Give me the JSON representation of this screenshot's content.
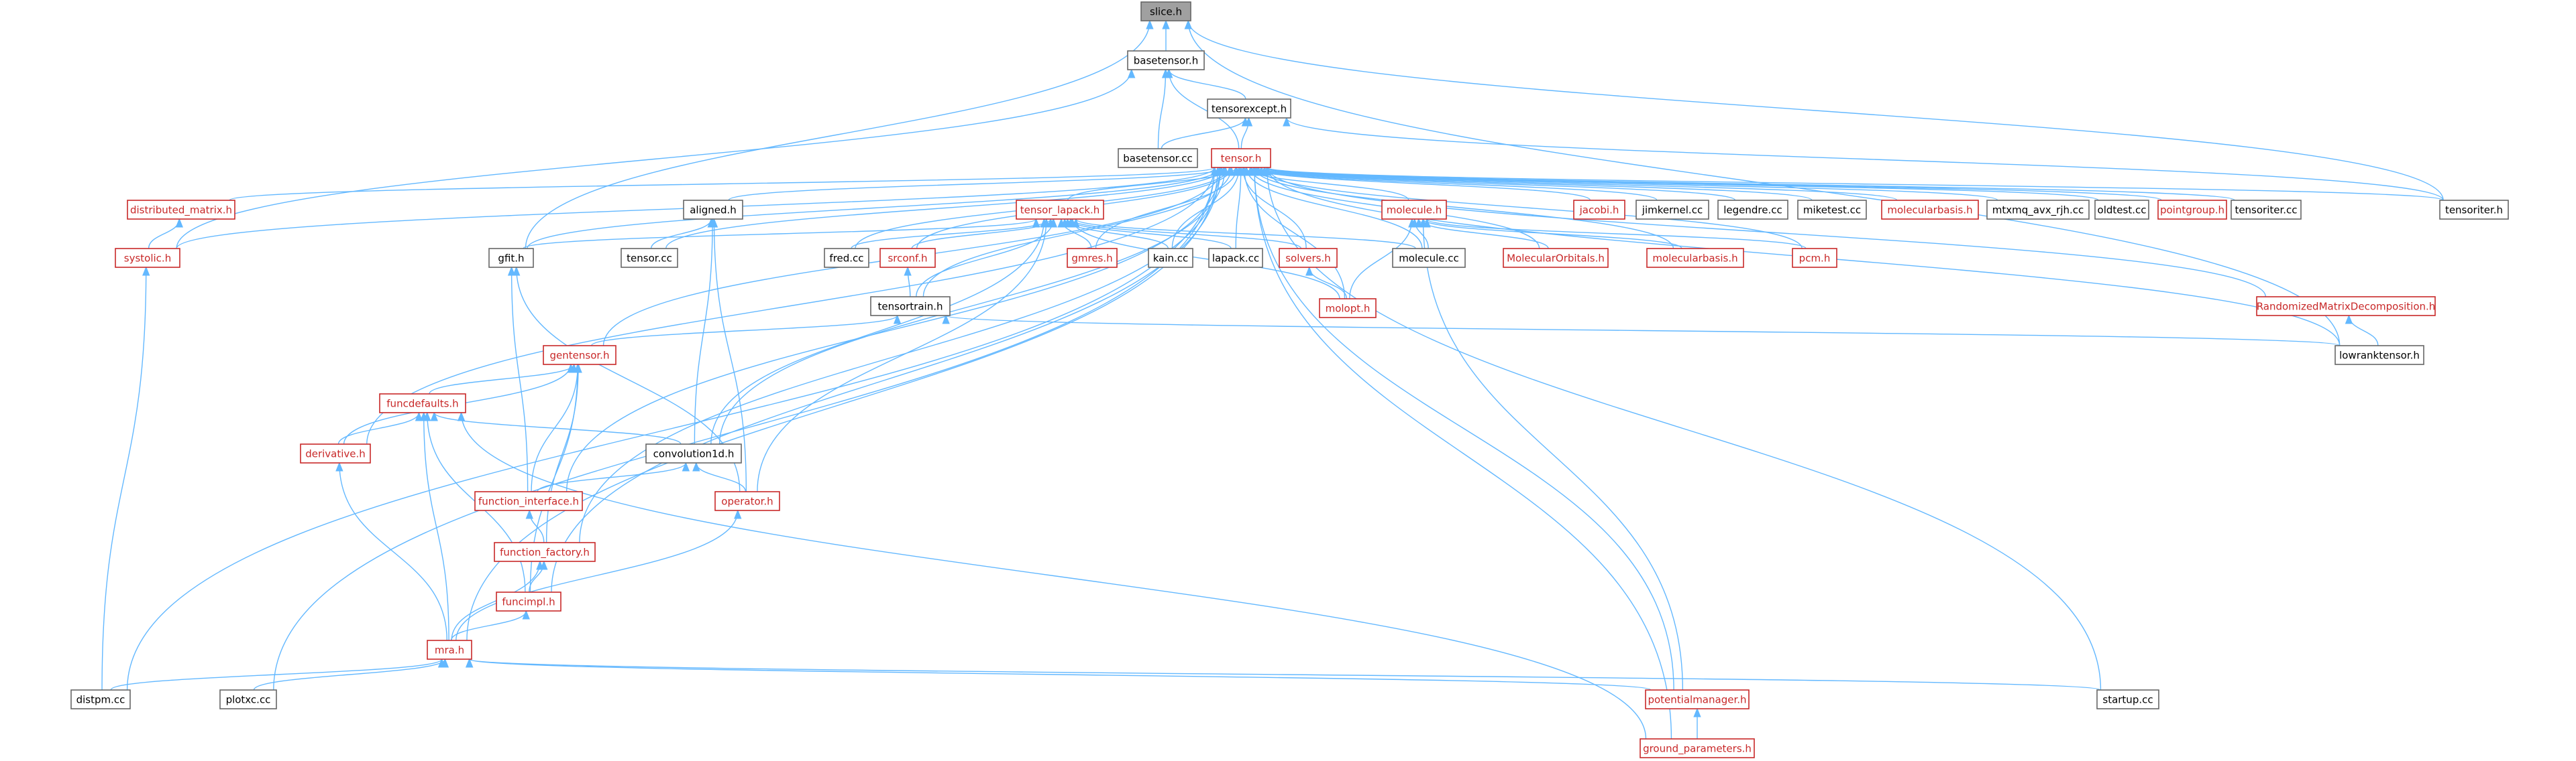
{
  "title": "",
  "colors": {
    "edge": "#63b8ff",
    "node_border": "#666666",
    "node_red": "#c82828",
    "current_fill": "#a0a0a0"
  },
  "nodes": [
    {
      "id": "slice",
      "label": "slice.h",
      "style": "current"
    },
    {
      "id": "basetensor_h",
      "label": "basetensor.h",
      "style": "normal"
    },
    {
      "id": "tensorexcept",
      "label": "tensorexcept.h",
      "style": "normal"
    },
    {
      "id": "basetensor_cc",
      "label": "basetensor.cc",
      "style": "normal"
    },
    {
      "id": "tensor_h",
      "label": "tensor.h",
      "style": "red"
    },
    {
      "id": "distributed_matrix",
      "label": "distributed_matrix.h",
      "style": "red"
    },
    {
      "id": "aligned",
      "label": "aligned.h",
      "style": "normal"
    },
    {
      "id": "tensor_lapack",
      "label": "tensor_lapack.h",
      "style": "red"
    },
    {
      "id": "molecule_h",
      "label": "molecule.h",
      "style": "red"
    },
    {
      "id": "jacobi",
      "label": "jacobi.h",
      "style": "red"
    },
    {
      "id": "jimkernel",
      "label": "jimkernel.cc",
      "style": "normal"
    },
    {
      "id": "legendre",
      "label": "legendre.cc",
      "style": "normal"
    },
    {
      "id": "miketest",
      "label": "miketest.cc",
      "style": "normal"
    },
    {
      "id": "molecularbasis1",
      "label": "molecularbasis.h",
      "style": "red"
    },
    {
      "id": "mtxmq",
      "label": "mtxmq_avx_rjh.cc",
      "style": "normal"
    },
    {
      "id": "oldtest",
      "label": "oldtest.cc",
      "style": "normal"
    },
    {
      "id": "pointgroup",
      "label": "pointgroup.h",
      "style": "red"
    },
    {
      "id": "tensoriter_cc",
      "label": "tensoriter.cc",
      "style": "normal"
    },
    {
      "id": "tensoriter_h",
      "label": "tensoriter.h",
      "style": "normal"
    },
    {
      "id": "systolic",
      "label": "systolic.h",
      "style": "red"
    },
    {
      "id": "gfit",
      "label": "gfit.h",
      "style": "normal"
    },
    {
      "id": "tensor_cc",
      "label": "tensor.cc",
      "style": "normal"
    },
    {
      "id": "fred",
      "label": "fred.cc",
      "style": "normal"
    },
    {
      "id": "srconf",
      "label": "srconf.h",
      "style": "red"
    },
    {
      "id": "gmres",
      "label": "gmres.h",
      "style": "red"
    },
    {
      "id": "kain",
      "label": "kain.cc",
      "style": "normal"
    },
    {
      "id": "lapack",
      "label": "lapack.cc",
      "style": "normal"
    },
    {
      "id": "solvers",
      "label": "solvers.h",
      "style": "red"
    },
    {
      "id": "molecule_cc",
      "label": "molecule.cc",
      "style": "normal"
    },
    {
      "id": "molecularorbitals",
      "label": "MolecularOrbitals.h",
      "style": "red"
    },
    {
      "id": "molecularbasis2",
      "label": "molecularbasis.h",
      "style": "red"
    },
    {
      "id": "pcm",
      "label": "pcm.h",
      "style": "red"
    },
    {
      "id": "tensortrain",
      "label": "tensortrain.h",
      "style": "normal"
    },
    {
      "id": "molopt",
      "label": "molopt.h",
      "style": "red"
    },
    {
      "id": "rmd",
      "label": "RandomizedMatrixDecomposition.h",
      "style": "red"
    },
    {
      "id": "gentensor",
      "label": "gentensor.h",
      "style": "red"
    },
    {
      "id": "lowranktensor",
      "label": "lowranktensor.h",
      "style": "normal"
    },
    {
      "id": "funcdefaults",
      "label": "funcdefaults.h",
      "style": "red"
    },
    {
      "id": "derivative",
      "label": "derivative.h",
      "style": "red"
    },
    {
      "id": "convolution1d",
      "label": "convolution1d.h",
      "style": "normal"
    },
    {
      "id": "function_interface",
      "label": "function_interface.h",
      "style": "red"
    },
    {
      "id": "operator",
      "label": "operator.h",
      "style": "red"
    },
    {
      "id": "function_factory",
      "label": "function_factory.h",
      "style": "red"
    },
    {
      "id": "funcimpl",
      "label": "funcimpl.h",
      "style": "red"
    },
    {
      "id": "mra",
      "label": "mra.h",
      "style": "red"
    },
    {
      "id": "distpm",
      "label": "distpm.cc",
      "style": "normal"
    },
    {
      "id": "plotxc",
      "label": "plotxc.cc",
      "style": "normal"
    },
    {
      "id": "potentialmanager",
      "label": "potentialmanager.h",
      "style": "red"
    },
    {
      "id": "startup",
      "label": "startup.cc",
      "style": "normal"
    },
    {
      "id": "ground_parameters",
      "label": "ground_parameters.h",
      "style": "red"
    }
  ],
  "edges": [
    [
      "basetensor_h",
      "slice"
    ],
    [
      "gfit",
      "slice"
    ],
    [
      "tensoriter_h",
      "slice"
    ],
    [
      "lowranktensor",
      "slice"
    ],
    [
      "tensorexcept",
      "basetensor_h"
    ],
    [
      "basetensor_cc",
      "basetensor_h"
    ],
    [
      "tensor_h",
      "basetensor_h"
    ],
    [
      "systolic",
      "basetensor_h"
    ],
    [
      "basetensor_cc",
      "tensorexcept"
    ],
    [
      "tensor_h",
      "tensorexcept"
    ],
    [
      "tensoriter_h",
      "tensorexcept"
    ],
    [
      "distributed_matrix",
      "tensor_h"
    ],
    [
      "aligned",
      "tensor_h"
    ],
    [
      "tensor_lapack",
      "tensor_h"
    ],
    [
      "molecule_h",
      "tensor_h"
    ],
    [
      "jacobi",
      "tensor_h"
    ],
    [
      "jimkernel",
      "tensor_h"
    ],
    [
      "legendre",
      "tensor_h"
    ],
    [
      "miketest",
      "tensor_h"
    ],
    [
      "molecularbasis1",
      "tensor_h"
    ],
    [
      "mtxmq",
      "tensor_h"
    ],
    [
      "oldtest",
      "tensor_h"
    ],
    [
      "pointgroup",
      "tensor_h"
    ],
    [
      "tensoriter_cc",
      "tensor_h"
    ],
    [
      "tensoriter_h",
      "tensor_h"
    ],
    [
      "systolic",
      "tensor_h"
    ],
    [
      "gfit",
      "tensor_h"
    ],
    [
      "tensor_cc",
      "tensor_h"
    ],
    [
      "fred",
      "tensor_h"
    ],
    [
      "srconf",
      "tensor_h"
    ],
    [
      "gmres",
      "tensor_h"
    ],
    [
      "kain",
      "tensor_h"
    ],
    [
      "lapack",
      "tensor_h"
    ],
    [
      "solvers",
      "tensor_h"
    ],
    [
      "molecule_cc",
      "tensor_h"
    ],
    [
      "molecularorbitals",
      "tensor_h"
    ],
    [
      "molecularbasis2",
      "tensor_h"
    ],
    [
      "pcm",
      "tensor_h"
    ],
    [
      "tensortrain",
      "tensor_h"
    ],
    [
      "molopt",
      "tensor_h"
    ],
    [
      "rmd",
      "tensor_h"
    ],
    [
      "gentensor",
      "tensor_h"
    ],
    [
      "lowranktensor",
      "tensor_h"
    ],
    [
      "derivative",
      "tensor_h"
    ],
    [
      "convolution1d",
      "tensor_h"
    ],
    [
      "function_interface",
      "tensor_h"
    ],
    [
      "function_factory",
      "tensor_h"
    ],
    [
      "funcimpl",
      "tensor_h"
    ],
    [
      "mra",
      "tensor_h"
    ],
    [
      "distpm",
      "tensor_h"
    ],
    [
      "plotxc",
      "tensor_h"
    ],
    [
      "potentialmanager",
      "tensor_h"
    ],
    [
      "startup",
      "tensor_h"
    ],
    [
      "ground_parameters",
      "tensor_h"
    ],
    [
      "systolic",
      "distributed_matrix"
    ],
    [
      "tensor_cc",
      "aligned"
    ],
    [
      "convolution1d",
      "aligned"
    ],
    [
      "operator",
      "aligned"
    ],
    [
      "gfit",
      "tensor_lapack"
    ],
    [
      "fred",
      "tensor_lapack"
    ],
    [
      "srconf",
      "tensor_lapack"
    ],
    [
      "gmres",
      "tensor_lapack"
    ],
    [
      "kain",
      "tensor_lapack"
    ],
    [
      "lapack",
      "tensor_lapack"
    ],
    [
      "solvers",
      "tensor_lapack"
    ],
    [
      "molecule_cc",
      "tensor_lapack"
    ],
    [
      "tensortrain",
      "tensor_lapack"
    ],
    [
      "molopt",
      "tensor_lapack"
    ],
    [
      "convolution1d",
      "tensor_lapack"
    ],
    [
      "operator",
      "tensor_lapack"
    ],
    [
      "molecule_cc",
      "molecule_h"
    ],
    [
      "molecularorbitals",
      "molecule_h"
    ],
    [
      "molecularbasis2",
      "molecule_h"
    ],
    [
      "pcm",
      "molecule_h"
    ],
    [
      "molopt",
      "molecule_h"
    ],
    [
      "potentialmanager",
      "molecule_h"
    ],
    [
      "distpm",
      "systolic"
    ],
    [
      "function_interface",
      "gfit"
    ],
    [
      "operator",
      "gfit"
    ],
    [
      "tensortrain",
      "srconf"
    ],
    [
      "molopt",
      "solvers"
    ],
    [
      "gentensor",
      "tensortrain"
    ],
    [
      "lowranktensor",
      "tensortrain"
    ],
    [
      "lowranktensor",
      "rmd"
    ],
    [
      "funcdefaults",
      "gentensor"
    ],
    [
      "derivative",
      "gentensor"
    ],
    [
      "function_interface",
      "gentensor"
    ],
    [
      "function_factory",
      "gentensor"
    ],
    [
      "funcimpl",
      "gentensor"
    ],
    [
      "derivative",
      "funcdefaults"
    ],
    [
      "convolution1d",
      "funcdefaults"
    ],
    [
      "funcimpl",
      "funcdefaults"
    ],
    [
      "mra",
      "funcdefaults"
    ],
    [
      "ground_parameters",
      "funcdefaults"
    ],
    [
      "mra",
      "derivative"
    ],
    [
      "function_interface",
      "convolution1d"
    ],
    [
      "operator",
      "convolution1d"
    ],
    [
      "function_factory",
      "function_interface"
    ],
    [
      "mra",
      "operator"
    ],
    [
      "funcimpl",
      "function_factory"
    ],
    [
      "mra",
      "function_factory"
    ],
    [
      "mra",
      "funcimpl"
    ],
    [
      "distpm",
      "mra"
    ],
    [
      "plotxc",
      "mra"
    ],
    [
      "potentialmanager",
      "mra"
    ],
    [
      "startup",
      "mra"
    ],
    [
      "ground_parameters",
      "potentialmanager"
    ]
  ]
}
